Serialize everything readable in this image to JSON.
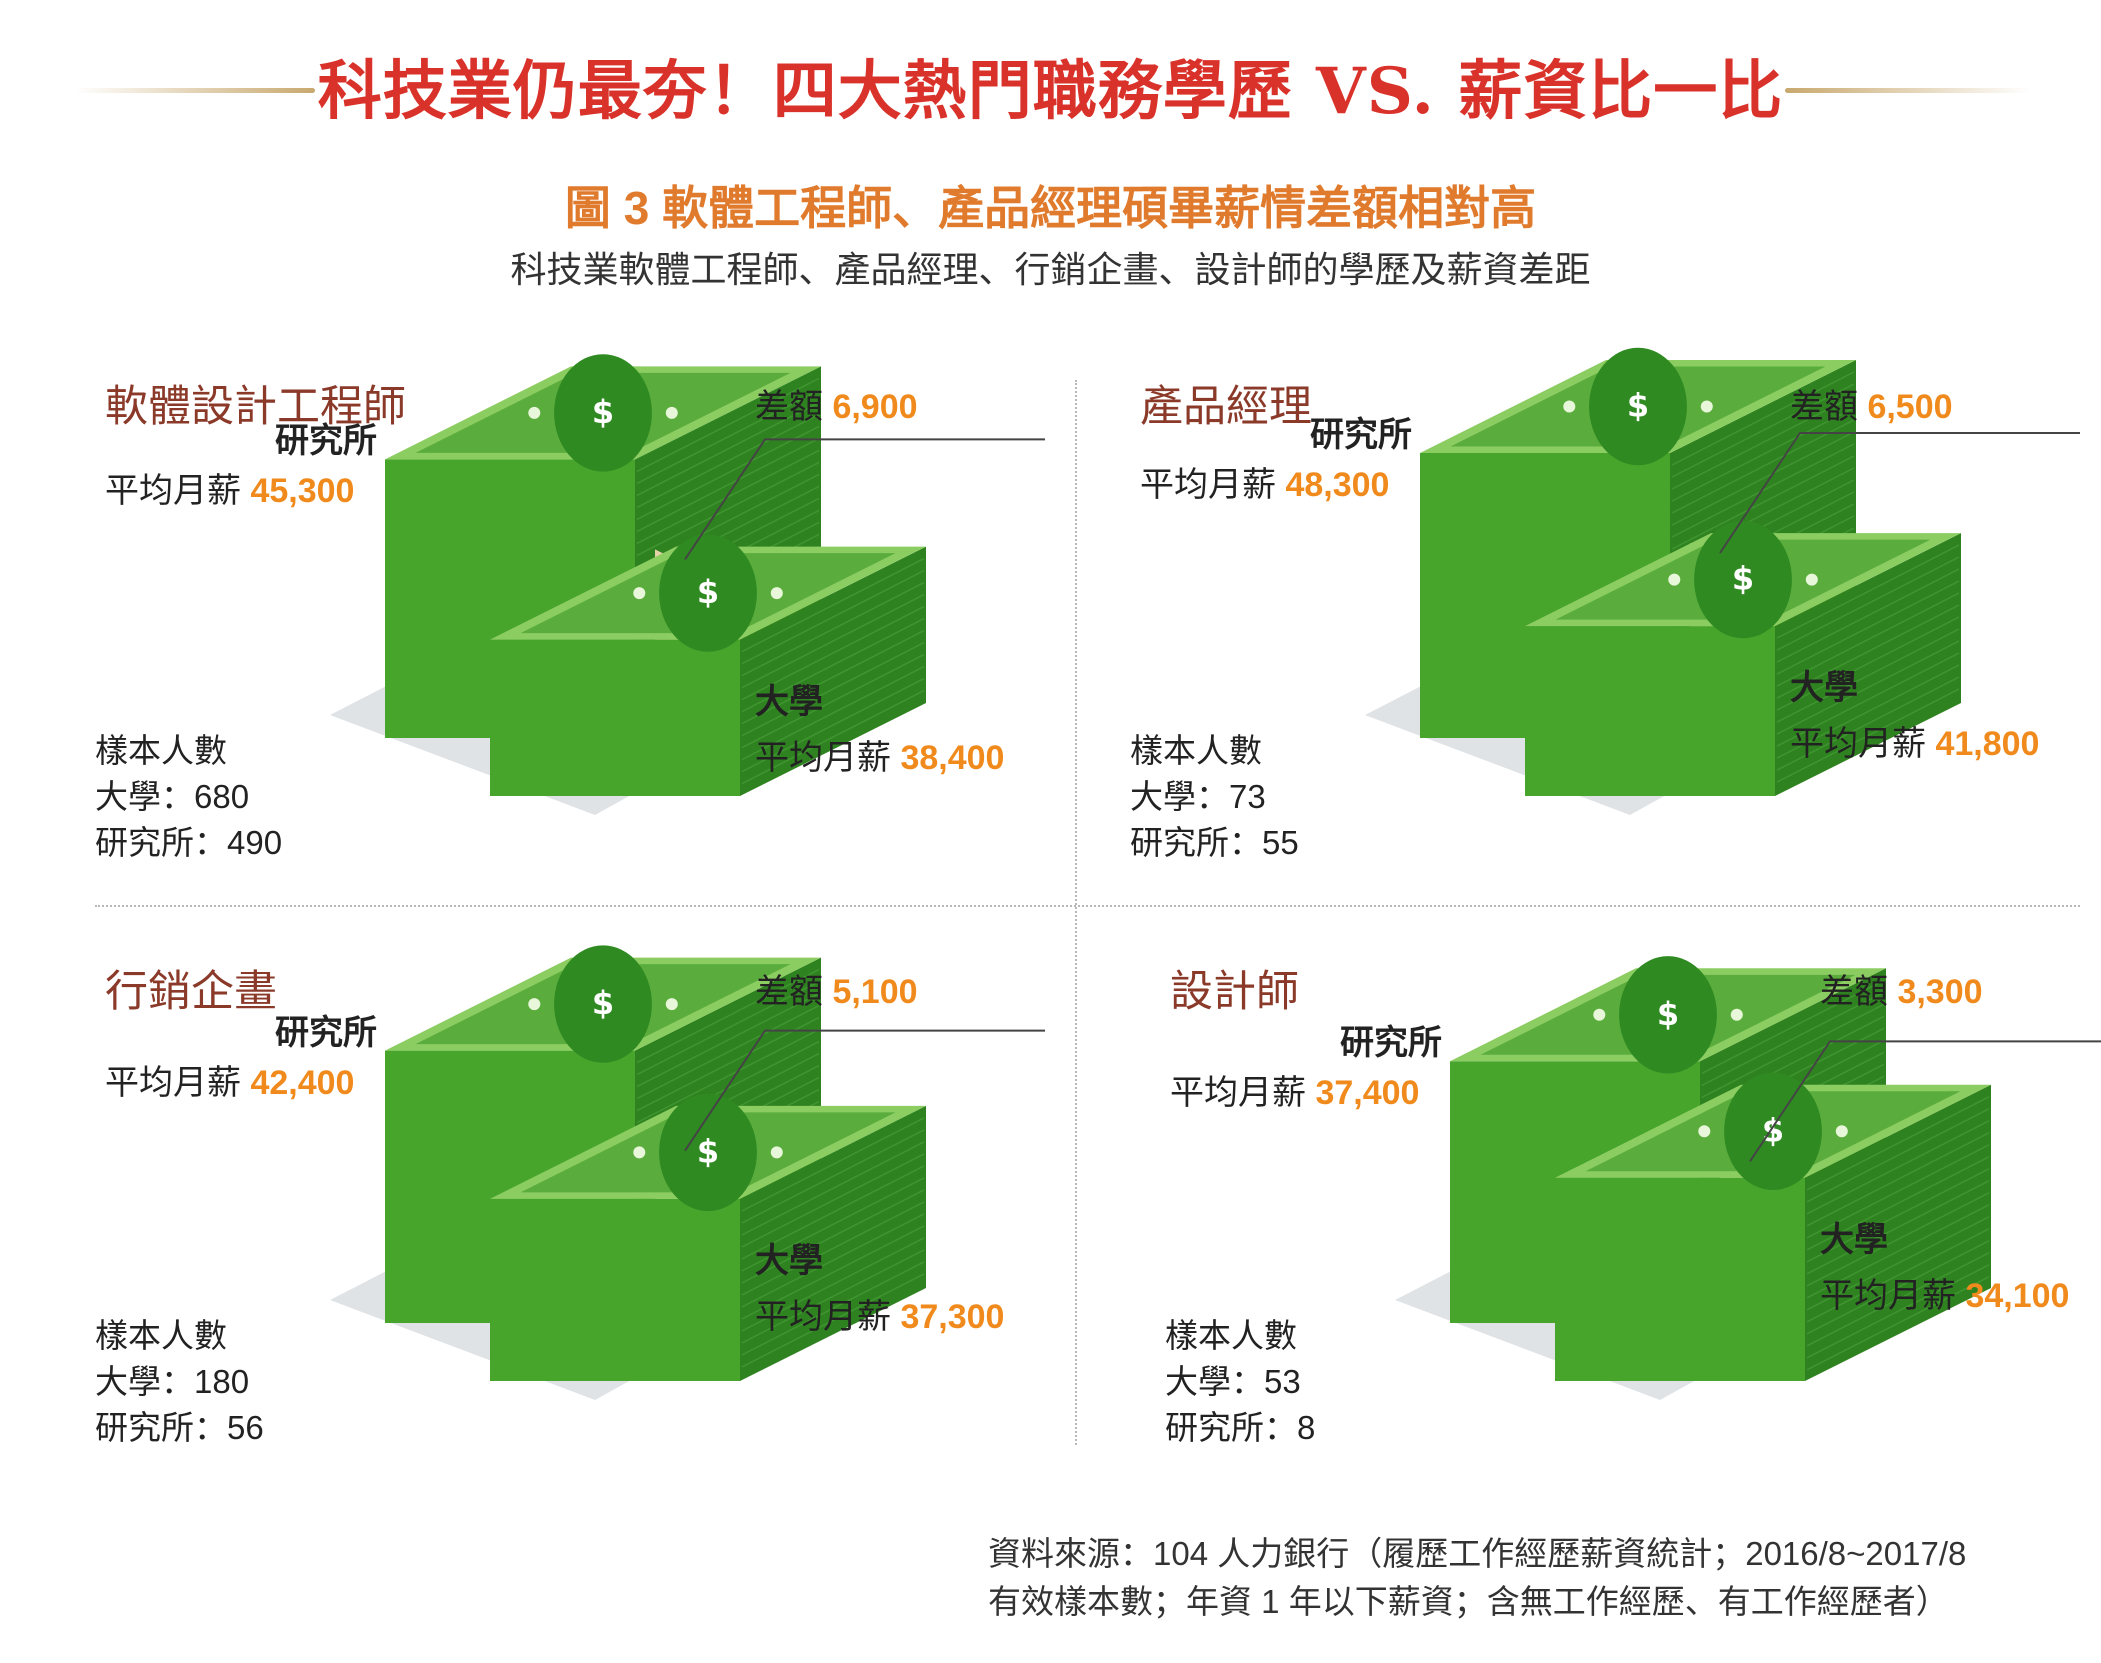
{
  "page_title": "科技業仍最夯！四大熱門職務學歷 VS. 薪資比一比",
  "figure_heading": "圖 3 軟體工程師、產品經理碩畢薪情差額相對高",
  "figure_subheading": "科技業軟體工程師、產品經理、行銷企畫、設計師的學歷及薪資差距",
  "labels": {
    "gap": "差額",
    "grad_school": "研究所",
    "university": "大學",
    "avg_monthly_salary": "平均月薪",
    "sample_size": "樣本人數",
    "univ_prefix": "大學：",
    "grad_prefix": "研究所："
  },
  "colors": {
    "title_red": "#d9322a",
    "accent_orange": "#f08a1c",
    "role_brown": "#8b3a2a",
    "money_green": "#3f9c2a",
    "gold_rule": "#c8a86e"
  },
  "icon": "dollar-bill-stack-icon",
  "source": {
    "line1": "資料來源：104 人力銀行（履歷工作經歷薪資統計；2016/8~2017/8",
    "line2": "有效樣本數；年資 1 年以下薪資；含無工作經歷、有工作經歷者）"
  },
  "chart_data": {
    "type": "bar",
    "categories": [
      "軟體設計工程師",
      "產品經理",
      "行銷企畫",
      "設計師"
    ],
    "series": [
      {
        "name": "研究所",
        "values": [
          45300,
          48300,
          42400,
          37400
        ]
      },
      {
        "name": "大學",
        "values": [
          38400,
          41800,
          37300,
          34100
        ]
      }
    ],
    "gaps": [
      6900,
      6500,
      5100,
      3300
    ],
    "roles": [
      {
        "name": "軟體設計工程師",
        "grad_salary": "45,300",
        "univ_salary": "38,400",
        "gap": "6,900",
        "univ_sample": "680",
        "grad_sample": "490"
      },
      {
        "name": "產品經理",
        "grad_salary": "48,300",
        "univ_salary": "41,800",
        "gap": "6,500",
        "univ_sample": "73",
        "grad_sample": "55"
      },
      {
        "name": "行銷企畫",
        "grad_salary": "42,400",
        "univ_salary": "37,300",
        "gap": "5,100",
        "univ_sample": "180",
        "grad_sample": "56"
      },
      {
        "name": "設計師",
        "grad_salary": "37,400",
        "univ_salary": "34,100",
        "gap": "3,300",
        "univ_sample": "53",
        "grad_sample": "8"
      }
    ]
  }
}
